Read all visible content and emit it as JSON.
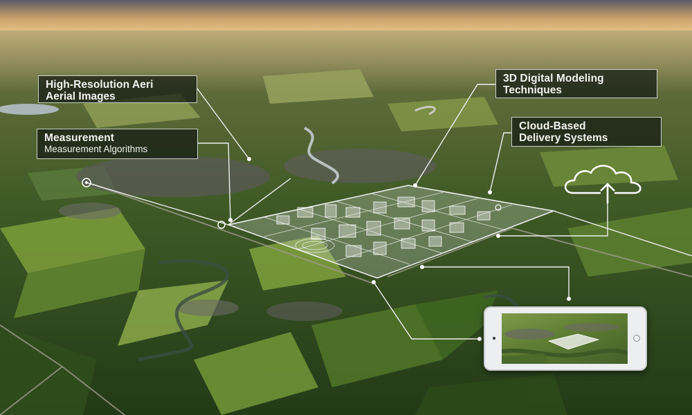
{
  "callouts": {
    "aerial": {
      "line1": "High-Resolution Aeri",
      "line2": "Aerial Images"
    },
    "measurement": {
      "line1": "Measurement",
      "line2": "Measurement Algorithms"
    },
    "modeling": {
      "line1": "3D Digital Modeling",
      "line2": "Techniques"
    },
    "cloud": {
      "line1": "Cloud-Based",
      "line2": "Delivery Systems"
    }
  },
  "icons": [
    "cloud-upload-icon",
    "tablet-device"
  ],
  "colors": {
    "sky_glow": "#f6d58a",
    "field_green": "#4e6b2c",
    "callout_bg": "#141a14",
    "line": "#e6ebe6"
  }
}
